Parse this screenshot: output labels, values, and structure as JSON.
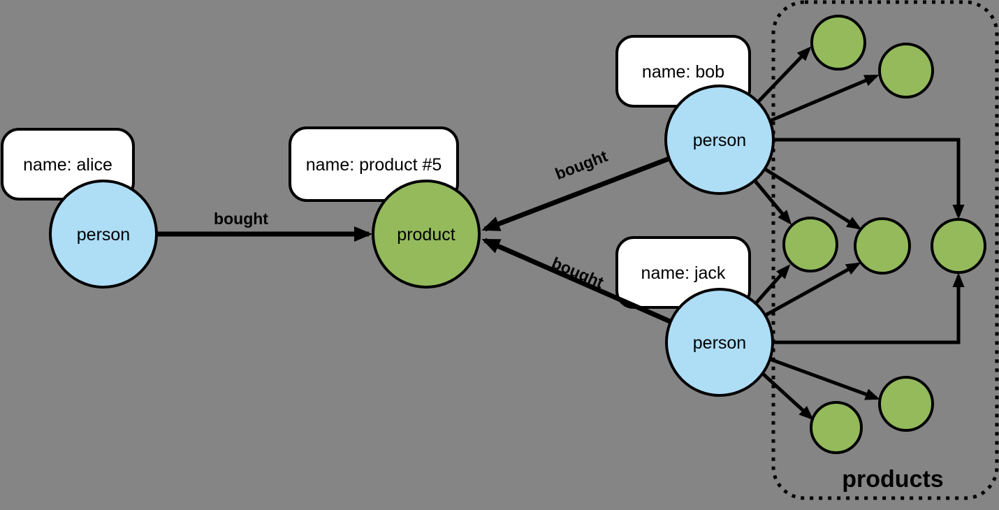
{
  "diagram": {
    "background_color": "#858585",
    "colors": {
      "person_fill": "#AEDDF6",
      "product_fill": "#94BA5C",
      "stroke": "#000000",
      "property_box_fill": "#FFFFFF"
    },
    "nodes": {
      "alice": {
        "label": "person",
        "property": "name: alice"
      },
      "product5": {
        "label": "product",
        "property": "name: product #5"
      },
      "bob": {
        "label": "person",
        "property": "name: bob"
      },
      "jack": {
        "label": "person",
        "property": "name: jack"
      }
    },
    "edges": {
      "alice_product": {
        "label": "bought"
      },
      "bob_product": {
        "label": "bought"
      },
      "jack_product": {
        "label": "bought"
      }
    },
    "cluster": {
      "label": "products",
      "anonymous_product_count": 7
    }
  }
}
